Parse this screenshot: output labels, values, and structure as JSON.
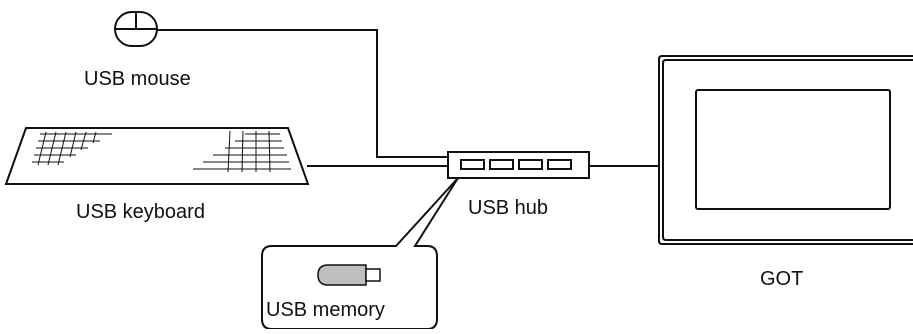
{
  "devices": {
    "mouse": {
      "label": "USB mouse"
    },
    "keyboard": {
      "label": "USB keyboard"
    },
    "hub": {
      "label": "USB hub"
    },
    "memory": {
      "label": "USB memory"
    },
    "got": {
      "label": "GOT"
    }
  },
  "colors": {
    "stroke": "#111111",
    "fill": "#ffffff",
    "memory_body": "#bfbfbf"
  }
}
